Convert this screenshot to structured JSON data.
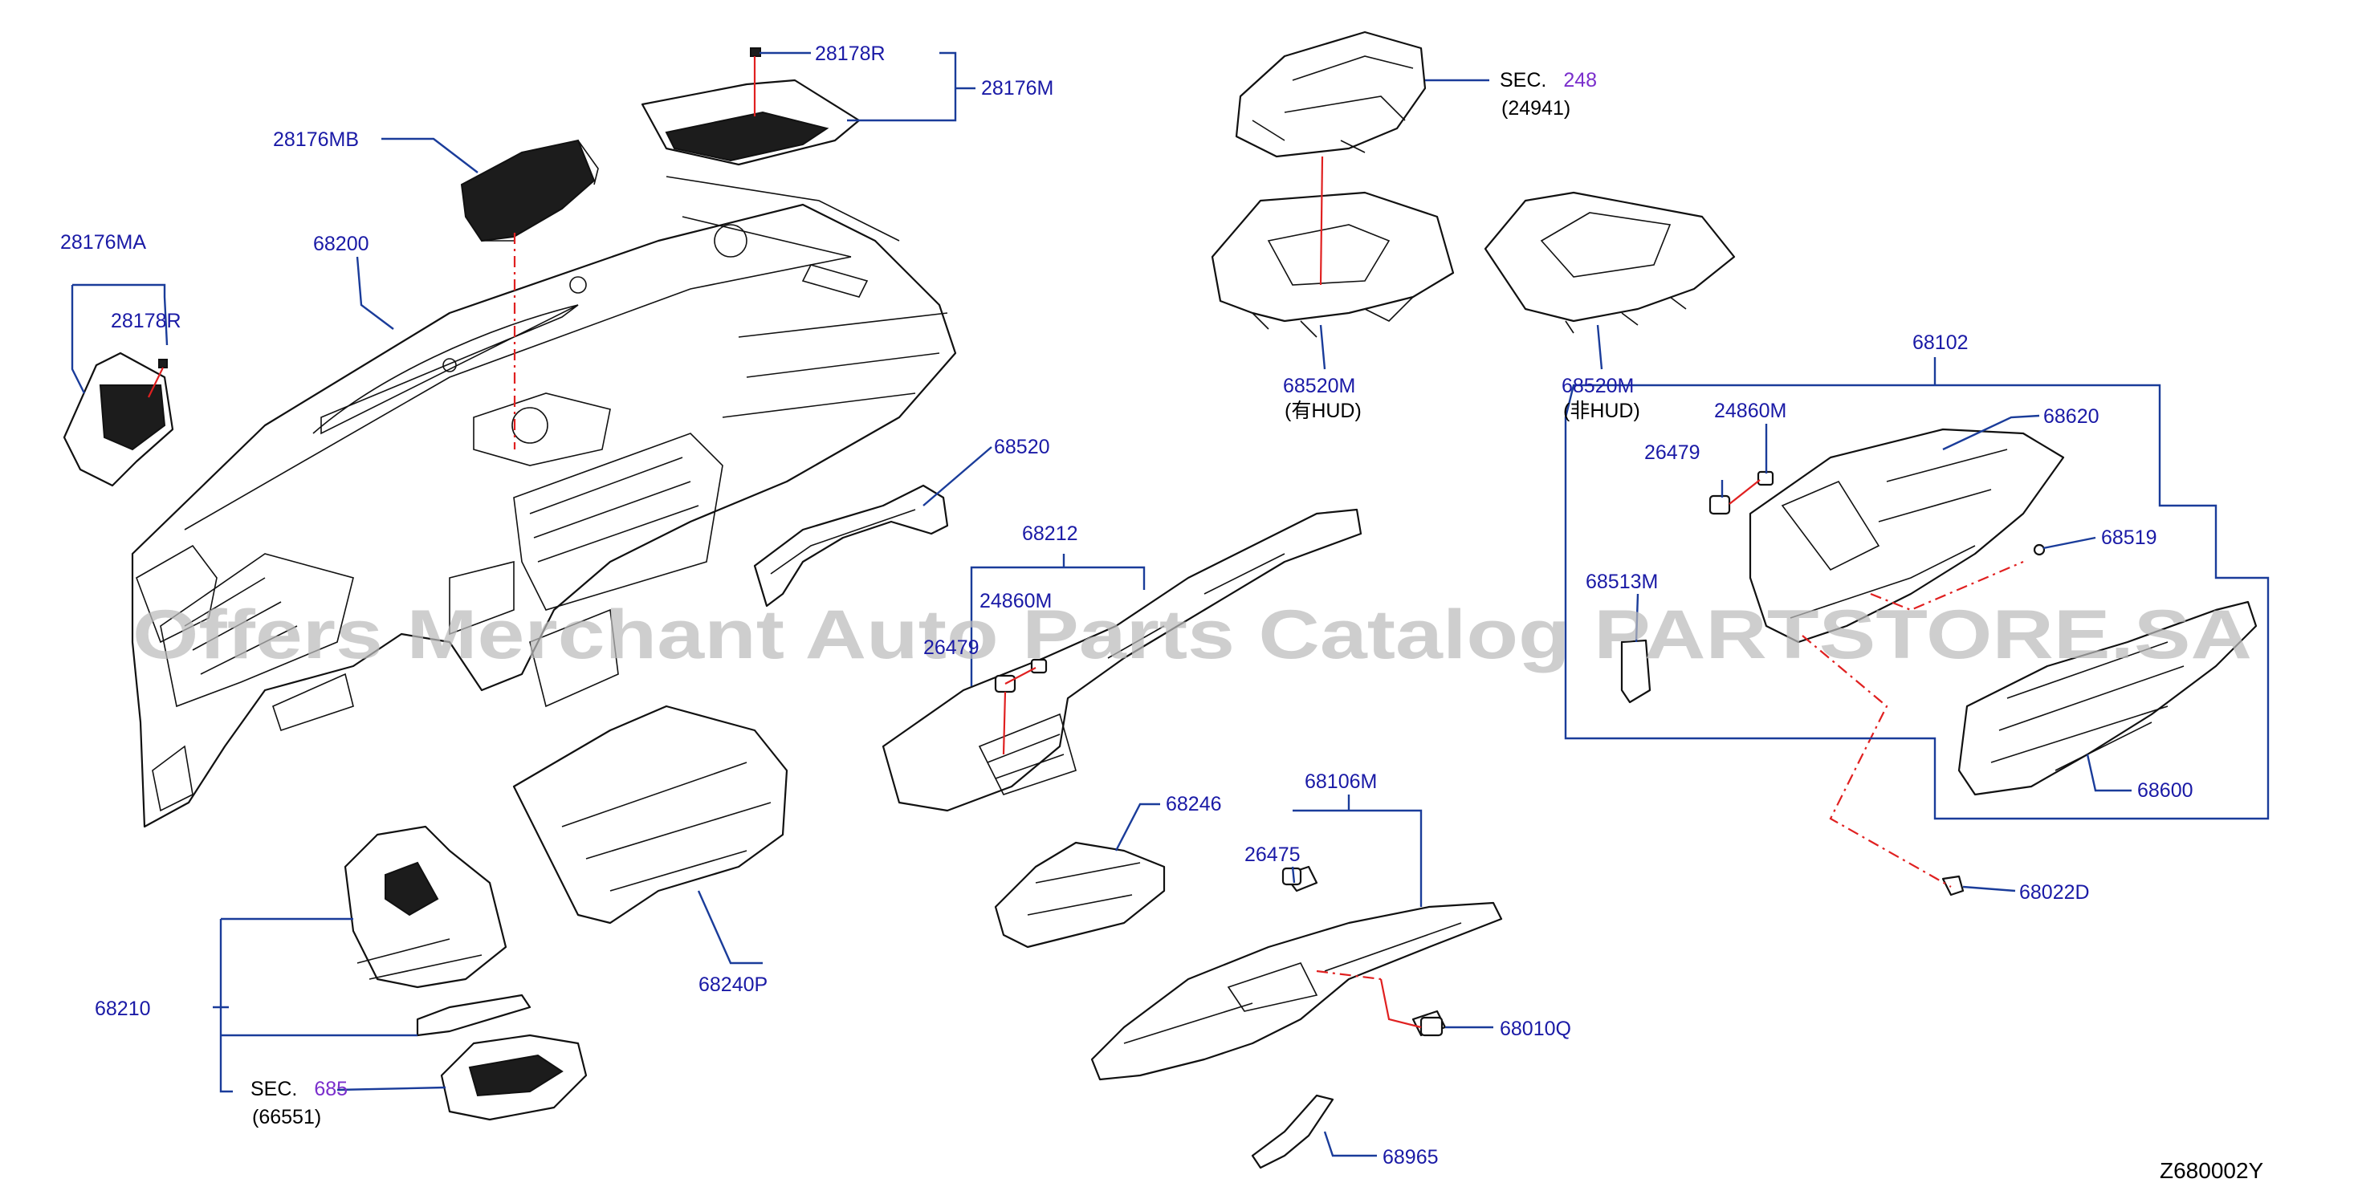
{
  "diagram_code": "Z680002Y",
  "watermark": "Offers Merchant Auto Parts Catalog PARTSTORE.SA",
  "colors": {
    "label": "#1a1aa6",
    "leader": "#1a3c9a",
    "marker": "#e02020",
    "section_number": "#7a2ecc"
  },
  "labels": {
    "p28178R_top": "28178R",
    "p28176M": "28176M",
    "p28176MB": "28176MB",
    "p28176MA": "28176MA",
    "p28178R_left": "28178R",
    "p68200": "68200",
    "p68520M_hud": "68520M",
    "p68520M_hud_note": "(有HUD)",
    "p68520M_nohud": "68520M",
    "p68520M_nohud_note": "(非HUD)",
    "p68520": "68520",
    "p68212": "68212",
    "p24860M_mid": "24860M",
    "p26479_mid": "26479",
    "p68102": "68102",
    "p24860M_right": "24860M",
    "p26479_right": "26479",
    "p68620": "68620",
    "p68519": "68519",
    "p68513M": "68513M",
    "p68600": "68600",
    "p68022D": "68022D",
    "p68246": "68246",
    "p68106M": "68106M",
    "p26475": "26475",
    "p68010Q": "68010Q",
    "p68965": "68965",
    "p68240P": "68240P",
    "p68210": "68210"
  },
  "sections": [
    {
      "prefix": "SEC.",
      "number": "248",
      "ref": "(24941)"
    },
    {
      "prefix": "SEC.",
      "number": "685",
      "ref": "(66551)"
    }
  ]
}
